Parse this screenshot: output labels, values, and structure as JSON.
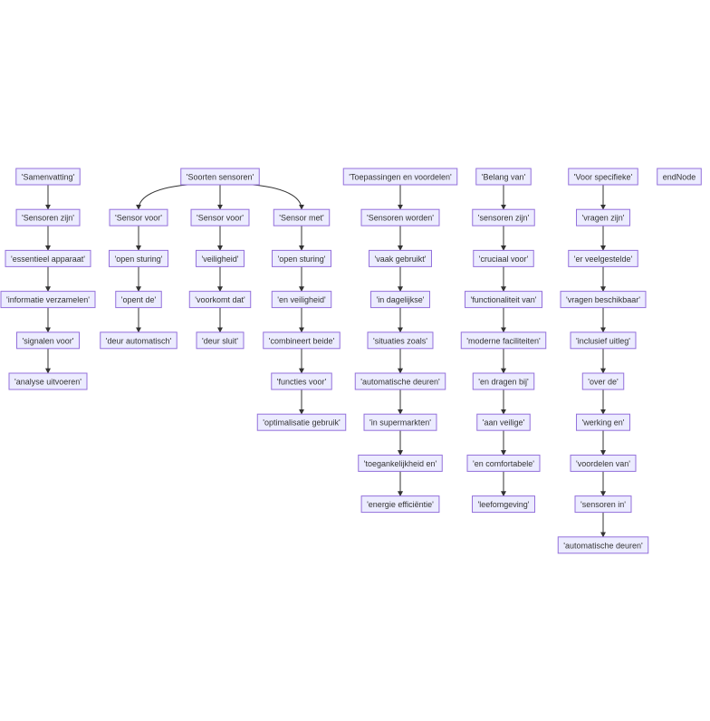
{
  "diagram": {
    "type": "flowchart",
    "columns": [
      {
        "id": "col-samenvatting",
        "nodes": [
          "'Samenvatting'",
          "'Sensoren zijn'",
          "'essentieel apparaat'",
          "'informatie verzamelen'",
          "'signalen voor'",
          "'analyse uitvoeren'"
        ]
      },
      {
        "id": "col-soorten",
        "root": "'Soorten sensoren'",
        "branches": [
          [
            "'Sensor voor'",
            "'open sturing'",
            "'opent de'",
            "'deur automatisch'"
          ],
          [
            "'Sensor voor'",
            "'veiligheid'",
            "'voorkomt dat'",
            "'deur sluit'"
          ],
          [
            "'Sensor met'",
            "'open sturing'",
            "'en veiligheid'",
            "'combineert beide'",
            "'functies voor'",
            "'optimalisatie gebruik'"
          ]
        ]
      },
      {
        "id": "col-toepassingen",
        "nodes": [
          "'Toepassingen en voordelen'",
          "'Sensoren worden'",
          "'vaak gebruikt'",
          "'in dagelijkse'",
          "'situaties zoals'",
          "'automatische deuren'",
          "'in supermarkten'",
          "'toegankelijkheid en'",
          "'energie efficiëntie'"
        ]
      },
      {
        "id": "col-belang",
        "nodes": [
          "'Belang van'",
          "'sensoren zijn'",
          "'cruciaal voor'",
          "'functionaliteit van'",
          "'moderne faciliteiten'",
          "'en dragen bij'",
          "'aan veilige'",
          "'en comfortabele'",
          "'leefomgeving'"
        ]
      },
      {
        "id": "col-specifieke",
        "nodes": [
          "'Voor specifieke'",
          "'vragen zijn'",
          "'er veelgestelde'",
          "'vragen beschikbaar'",
          "'inclusief uitleg'",
          "'over de'",
          "'werking en'",
          "'voordelen van'",
          "'sensoren in'",
          "'automatische deuren'"
        ]
      },
      {
        "id": "col-end",
        "nodes": [
          "endNode"
        ]
      }
    ],
    "colors": {
      "node_fill": "#ECECFF",
      "node_stroke": "#9370DB",
      "edge": "#333333",
      "text": "#333333"
    }
  }
}
